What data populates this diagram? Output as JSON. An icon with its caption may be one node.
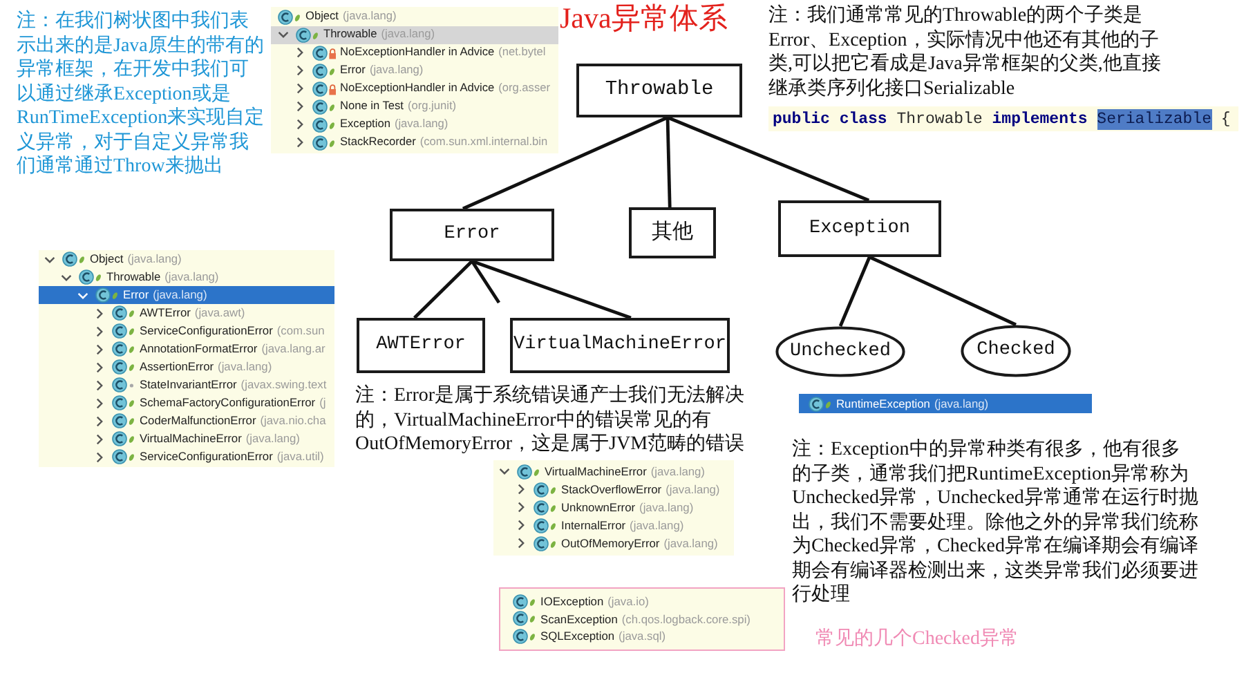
{
  "diagram": {
    "title": "Java异常体系",
    "nodes": [
      {
        "text": [
          "Throwable"
        ]
      },
      {
        "text": [
          "Error"
        ]
      },
      {
        "text": [
          "其他"
        ]
      },
      {
        "text": [
          "Exception"
        ]
      },
      {
        "text": [
          "AWTError"
        ]
      },
      {
        "text": [
          "VirtualMachineError"
        ]
      },
      {
        "text": [
          "Unchecked"
        ]
      },
      {
        "text": [
          "Checked"
        ]
      }
    ],
    "edges": [
      {
        "from": 0,
        "to": 1,
        "arrow": "none"
      },
      {
        "from": 0,
        "to": 2,
        "arrow": "none"
      },
      {
        "from": 0,
        "to": 3,
        "arrow": "none"
      },
      {
        "from": 1,
        "to": 4,
        "arrow": "none"
      },
      {
        "from": 1,
        "to": null,
        "arrow": "none"
      },
      {
        "from": 1,
        "to": 5,
        "arrow": "none"
      },
      {
        "from": 3,
        "to": 6,
        "arrow": "none"
      },
      {
        "from": 3,
        "to": 7,
        "arrow": "none"
      }
    ],
    "labels": [
      "注：在我们树状图中我们表示出来的是Java原生的带有的异常框架，在开发中我们可以通过继承Exception或是RunTimeException来实现自定义异常，对于自定义异常我们通常通过Throw来抛出",
      "Object",
      "(java.lang)",
      "Throwable",
      "(java.lang)",
      "NoExceptionHandler in Advice",
      "(net.bytel",
      "Error",
      "(java.lang)",
      "NoExceptionHandler in Advice",
      "(org.asser",
      "None in Test",
      "(org.junit)",
      "Exception",
      "(java.lang)",
      "StackRecorder",
      "(com.sun.xml.internal.bin",
      "注：我们通常常见的Throwable的两个子类是Error、Exception，实际情况中他还有其他的子类,可以把它看成是Java异常框架的父类,他直接继承类序列化接口Serializable",
      "**public** **class** Throwable **implements**",
      "Serializable",
      "{",
      "Object",
      "(java.lang)",
      "Throwable",
      "(java.lang)",
      "Error",
      "(java.lang)",
      "AWTError",
      "(java.awt)",
      "ServiceConfigurationError",
      "(com.sun",
      "AnnotationFormatError",
      "(java.lang.ar",
      "AssertionError",
      "(java.lang)",
      "StateInvariantError",
      "(javax.swing.text",
      "SchemaFactoryConfigurationError",
      "(j",
      "CoderMalfunctionError",
      "(java.nio.cha",
      "VirtualMachineError",
      "(java.lang)",
      "ServiceConfigurationError",
      "(java.util)",
      "注：Error是属于系统错误通产士我们无法解决的，VirtualMachineError中的错误常见的有OutOfMemoryError，这是属于JVM范畴的错误",
      "VirtualMachineError",
      "(java.lang)",
      "StackOverflowError",
      "(java.lang)",
      "UnknownError",
      "(java.lang)",
      "InternalError",
      "(java.lang)",
      "OutOfMemoryError",
      "(java.lang)",
      "RuntimeException",
      "(java.lang)",
      "注：Exception中的异常种类有很多，他有很多的子类，通常我们把RuntimeException异常称为Unchecked异常，Unchecked异常通常在运行时抛出，我们不需要处理。除他之外的异常我们统称为Checked异常，Checked异常在编译期会有编译期会有编译器检测出来，这类异常我们必须要进行处理",
      "IOException",
      "(java.io)",
      "ScanException",
      "(ch.qos.logback.core.spi)",
      "SQLException",
      "(java.sql)",
      "常见的几个Checked异常"
    ]
  }
}
